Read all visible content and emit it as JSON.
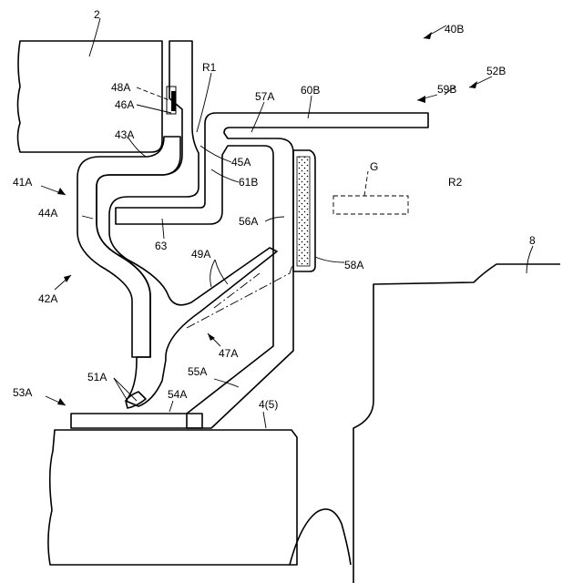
{
  "labels": {
    "l_2": "2",
    "l_40B": "40B",
    "l_R1": "R1",
    "l_48A": "48A",
    "l_46A": "46A",
    "l_52B": "52B",
    "l_60B": "60B",
    "l_57A": "57A",
    "l_59B": "59B",
    "l_43A": "43A",
    "l_45A": "45A",
    "l_41A": "41A",
    "l_61B": "61B",
    "l_G": "G",
    "l_R2": "R2",
    "l_44A": "44A",
    "l_56A": "56A",
    "l_63": "63",
    "l_8": "8",
    "l_49A": "49A",
    "l_58A": "58A",
    "l_42A": "42A",
    "l_47A": "47A",
    "l_51A": "51A",
    "l_55A": "55A",
    "l_53A": "53A",
    "l_54A": "54A",
    "l_4_5": "4(5)"
  }
}
